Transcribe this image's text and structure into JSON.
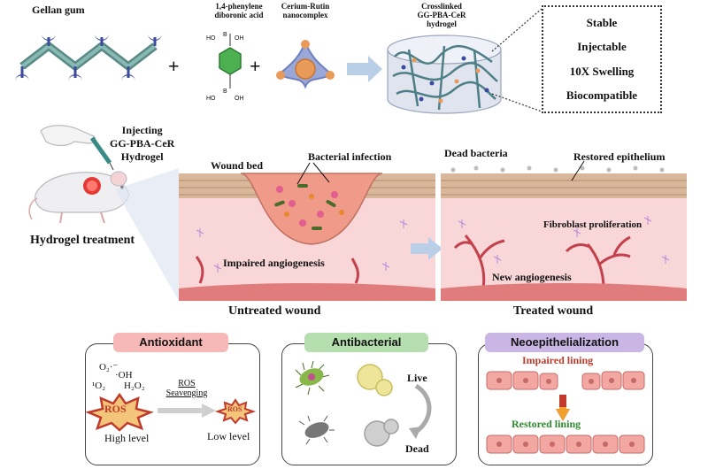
{
  "top": {
    "gellan_label": "Gellan gum",
    "pba_label": "1,4-phenylene\ndiboronic acid",
    "cer_label": "Cerium-Rutin\nnanocomplex",
    "hydrogel_label": "Crosslinked\nGG-PBA-CeR\nhydrogel",
    "plus": "+",
    "pba_atoms": {
      "b": "B",
      "ho": "HO",
      "oh": "OH"
    }
  },
  "properties": [
    "Stable",
    "Injectable",
    "10X Swelling",
    "Biocompatible"
  ],
  "middle": {
    "injecting_label": "Injecting\nGG-PBA-CeR\nHydrogel",
    "hydrogel_treatment": "Hydrogel treatment",
    "wound_bed": "Wound bed",
    "bacterial_infection": "Bacterial infection",
    "impaired_angiogenesis": "Impaired angiogenesis",
    "untreated_wound": "Untreated wound",
    "dead_bacteria": "Dead bacteria",
    "restored_epithelium": "Restored epithelium",
    "fibroblast_proliferation": "Fibroblast proliferation",
    "new_angiogenesis": "New angiogenesis",
    "treated_wound": "Treated wound"
  },
  "panels": {
    "antioxidant": {
      "title": "Antioxidant",
      "species": [
        "O₂·⁻",
        "·OH",
        "¹O₂",
        "H₂O₂"
      ],
      "ros": "ROS",
      "ros_small": "ROS",
      "arrow_label": "ROS\nSeavenging",
      "high": "High level",
      "low": "Low level"
    },
    "antibacterial": {
      "title": "Antibacterial",
      "live": "Live",
      "dead": "Dead"
    },
    "neoepithelialization": {
      "title": "Neoepithelialization",
      "impaired": "Impaired lining",
      "restored": "Restored lining"
    }
  },
  "colors": {
    "skin": "#f9d6d8",
    "epidermis": "#d9b79a",
    "wound": "#f09a8a",
    "vessel": "#c2414b",
    "arrow": "#b9cfe8",
    "antioxidant_bg": "#f7b8b8",
    "antibacterial_bg": "#b6dfb0",
    "neo_bg": "#c9b6e4",
    "impaired_text": "#c0392b",
    "restored_text": "#2e8b2e"
  }
}
